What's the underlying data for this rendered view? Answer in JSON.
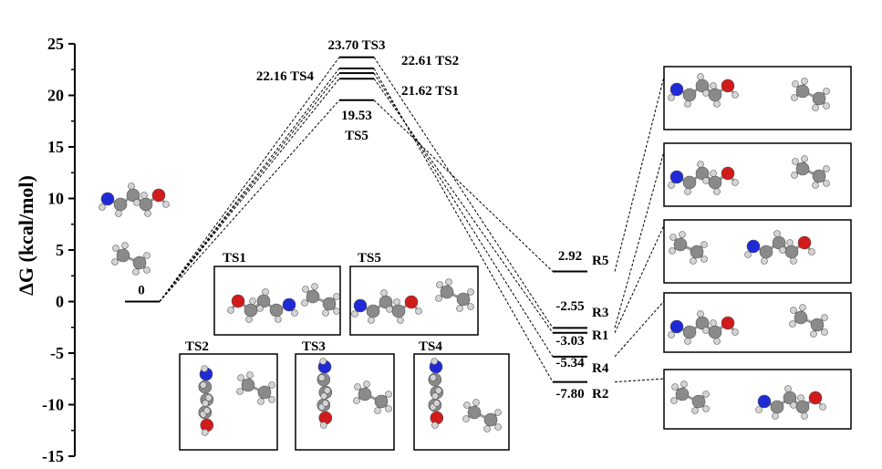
{
  "chart_data": {
    "type": "energy-diagram",
    "ylabel": "ΔG (kcal/mol)",
    "ylim": [
      -15,
      25
    ],
    "yticks": [
      25,
      20,
      15,
      10,
      5,
      0,
      -5,
      -10,
      -15
    ],
    "reactant": {
      "value": 0,
      "label": "0"
    },
    "transition_states": [
      {
        "id": "TS3",
        "value": 23.7,
        "label": "23.70 TS3"
      },
      {
        "id": "TS2",
        "value": 22.61,
        "label": "22.61 TS2"
      },
      {
        "id": "TS4",
        "value": 22.16,
        "label": "22.16 TS4"
      },
      {
        "id": "TS1",
        "value": 21.62,
        "label": "21.62 TS1"
      },
      {
        "id": "TS5",
        "value": 19.53,
        "label": "19.53",
        "label2": "TS5"
      }
    ],
    "products": [
      {
        "id": "R5",
        "value": 2.92,
        "label": "2.92",
        "name": "R5"
      },
      {
        "id": "R3",
        "value": -2.55,
        "label": "-2.55",
        "name": "R3"
      },
      {
        "id": "R1",
        "value": -3.03,
        "label": "-3.03",
        "name": "R1"
      },
      {
        "id": "R4",
        "value": -5.34,
        "label": "-5.34",
        "name": "R4"
      },
      {
        "id": "R2",
        "value": -7.8,
        "label": "-7.80",
        "name": "R2"
      }
    ],
    "connections": [
      [
        "TS3",
        "R3"
      ],
      [
        "TS2",
        "R2"
      ],
      [
        "TS4",
        "R4"
      ],
      [
        "TS1",
        "R1"
      ],
      [
        "TS5",
        "R5"
      ]
    ]
  },
  "structure_boxes": [
    {
      "id": "TS1",
      "label": "TS1"
    },
    {
      "id": "TS5",
      "label": "TS5"
    },
    {
      "id": "TS2",
      "label": "TS2"
    },
    {
      "id": "TS3",
      "label": "TS3"
    },
    {
      "id": "TS4",
      "label": "TS4"
    }
  ],
  "colors": {
    "carbon": "#8a8a8a",
    "hydrogen": "#d4d4d4",
    "nitrogen": "#1f2ad6",
    "oxygen": "#d11a1a",
    "line": "#000000"
  }
}
